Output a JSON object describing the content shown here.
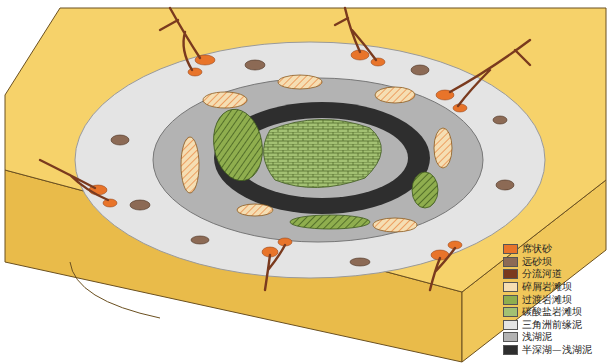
{
  "diagram": {
    "legend": [
      {
        "text": "席状砂",
        "color": "#e8742a"
      },
      {
        "text": "远砂坝",
        "color": "#8c6a55"
      },
      {
        "text": "分流河道",
        "color": "#7a3a1e"
      },
      {
        "text": "碎屑岩滩坝",
        "color": "#f5deb3"
      },
      {
        "text": "过渡岩滩坝",
        "color": "#8fae4e"
      },
      {
        "text": "碳酸盐岩滩坝",
        "color": "#a3c173"
      },
      {
        "text": "三角洲前缘泥",
        "color": "#e4e4e4"
      },
      {
        "text": "浅湖泥",
        "color": "#b3b3b3"
      },
      {
        "text": "半深湖—浅湖泥",
        "color": "#2e2e2e"
      }
    ]
  }
}
